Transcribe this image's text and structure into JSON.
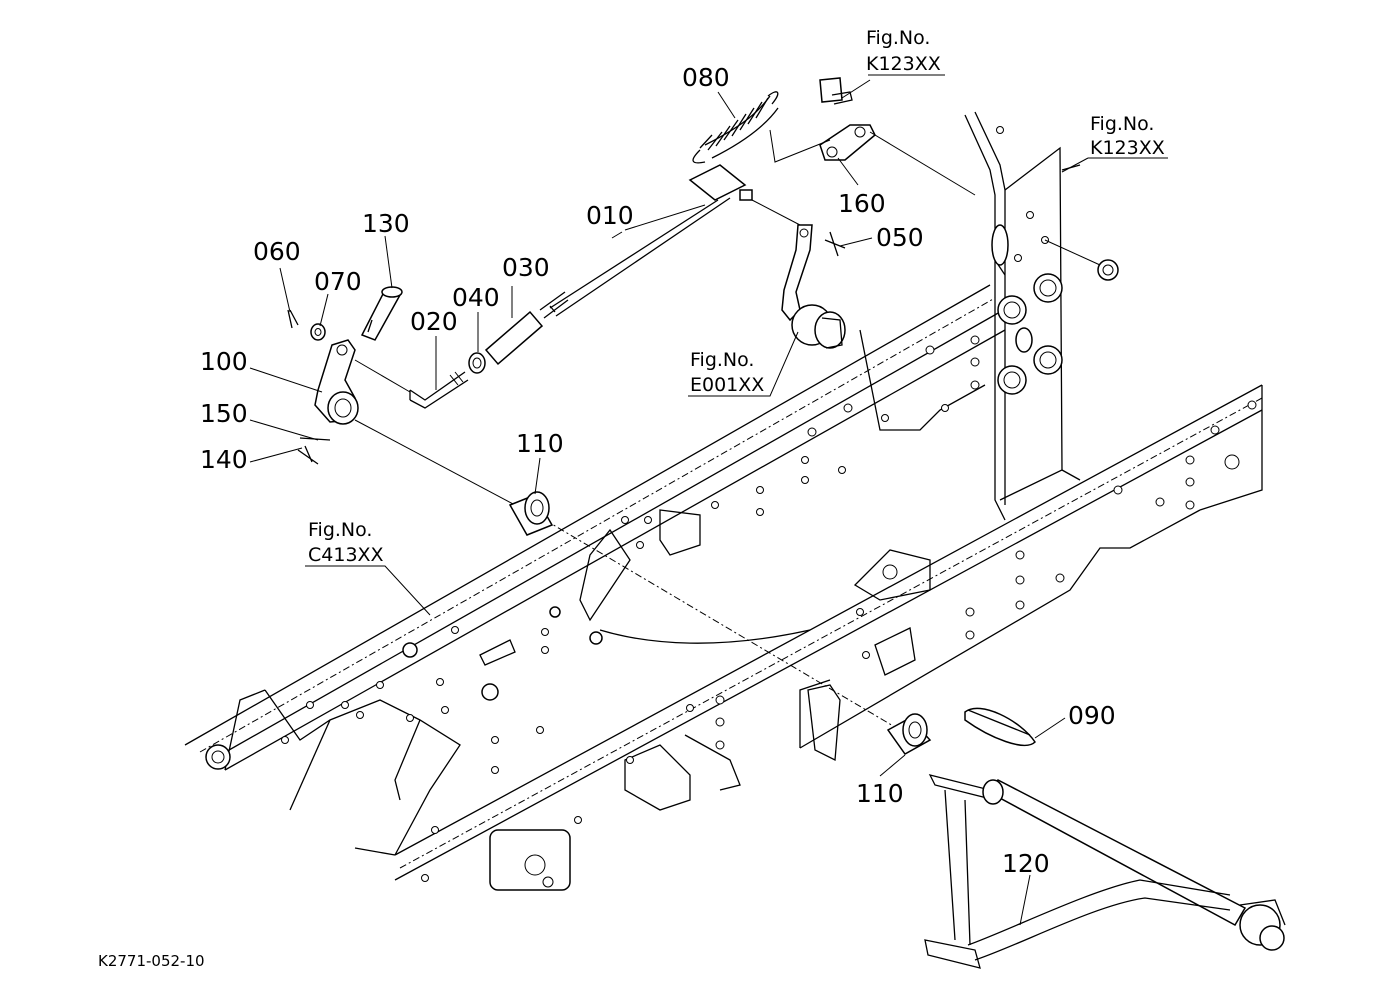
{
  "callouts": {
    "p080": "080",
    "p160": "160",
    "p010": "010",
    "p050": "050",
    "p130": "130",
    "p060": "060",
    "p070": "070",
    "p030": "030",
    "p040": "040",
    "p020": "020",
    "p100": "100",
    "p150": "150",
    "p140": "140",
    "p110_top": "110",
    "p110_bottom": "110",
    "p090": "090",
    "p120": "120"
  },
  "fig_refs": {
    "top_center": {
      "label": "Fig.No.",
      "code": "K123XX"
    },
    "top_right": {
      "label": "Fig.No.",
      "code": "K123XX"
    },
    "middle": {
      "label": "Fig.No.",
      "code": "E001XX"
    },
    "left": {
      "label": "Fig.No.",
      "code": "C413XX"
    }
  },
  "drawing_code": "K2771-052-10"
}
